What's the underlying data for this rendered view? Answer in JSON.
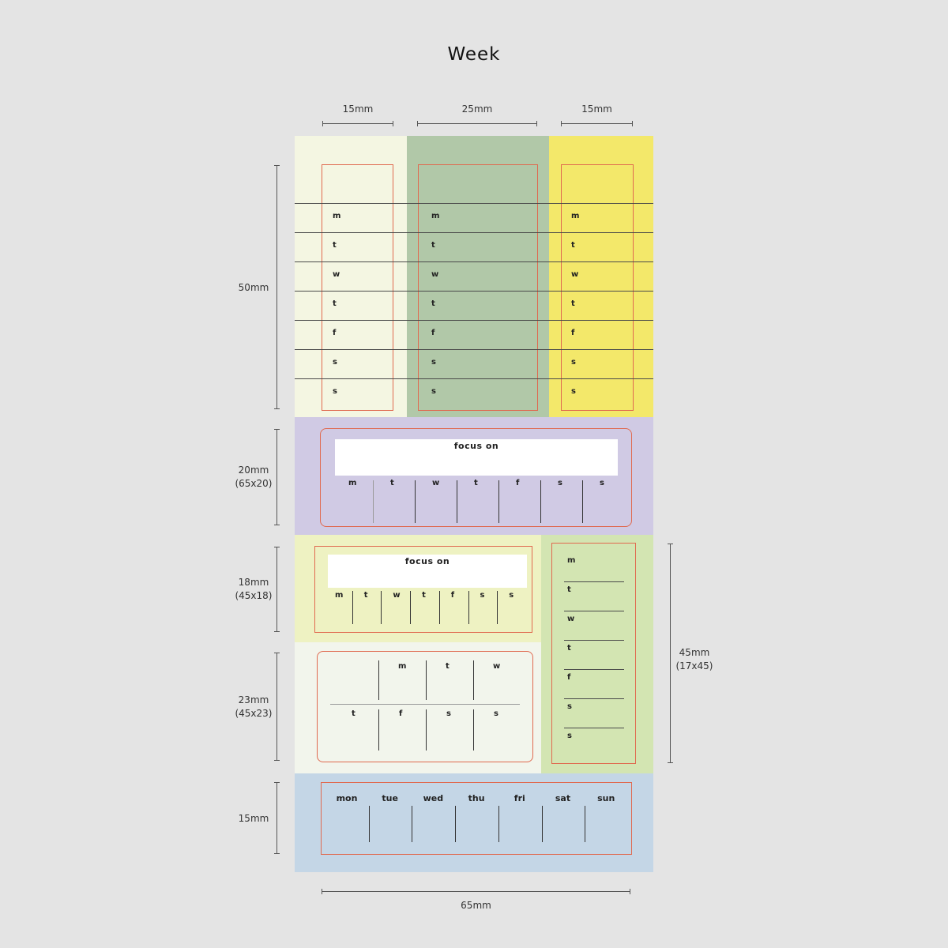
{
  "title": "Week",
  "dims": {
    "top_left": "15mm",
    "top_mid": "25mm",
    "top_right": "15mm",
    "row1": "50mm",
    "row2": "20mm",
    "row2_sub": "(65x20)",
    "row3": "18mm",
    "row3_sub": "(45x18)",
    "row4": "23mm",
    "row4_sub": "(45x23)",
    "row5": "15mm",
    "right": "45mm",
    "right_sub": "(17x45)",
    "bottom": "65mm"
  },
  "days_short": [
    "m",
    "t",
    "w",
    "t",
    "f",
    "s",
    "s"
  ],
  "focus_label": "focus on",
  "days_long": [
    "mon",
    "tue",
    "wed",
    "thu",
    "fri",
    "sat",
    "sun"
  ],
  "colors": {
    "background": "#e4e4e4",
    "cream": "#f4f6e2",
    "sage": "#b1c8a8",
    "yellow": "#f3e86a",
    "lavender": "#d0cae4",
    "pale_yellow": "#eef2c2",
    "off_white": "#f2f5ec",
    "light_green": "#d3e5b2",
    "light_blue": "#c4d6e6",
    "frame": "#e0694f"
  }
}
